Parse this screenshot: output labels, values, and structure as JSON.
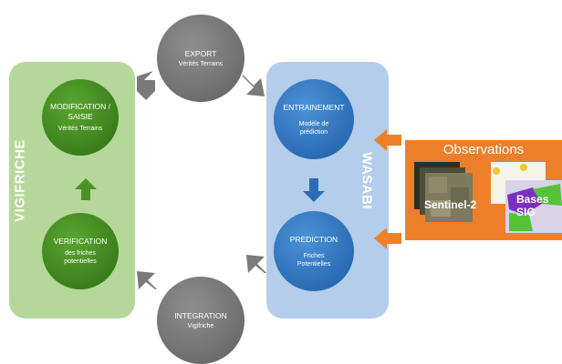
{
  "left_panel": {
    "label": "VIGIFRICHE"
  },
  "right_panel": {
    "label": "WASABI"
  },
  "nodes": {
    "modification": {
      "title": "MODIFICATION / SAISIE",
      "sub": "Vérités Terrains"
    },
    "verification": {
      "title": "VERIFICATION",
      "sub": "des friches potentielles"
    },
    "export": {
      "title": "EXPORT",
      "sub": "Vérités Terrains"
    },
    "entrainement": {
      "title": "ENTRAINEMENT",
      "sub": "Modèle de prédiction"
    },
    "prediction": {
      "title": "PREDICTION",
      "sub": "Friches Potentielles"
    },
    "integration": {
      "title": "INTEGRATION",
      "sub": "Vigifriche"
    }
  },
  "observations": {
    "title": "Observations",
    "sentinel": "Sentinel-2",
    "bases": "Bases SIG"
  },
  "colors": {
    "green_panel": "#b6d79a",
    "blue_panel": "#b4cdea",
    "green_node": "#3b7f1c",
    "blue_node": "#2b6cb4",
    "grey_node": "#6e6e6e",
    "orange": "#ee7f2a"
  }
}
